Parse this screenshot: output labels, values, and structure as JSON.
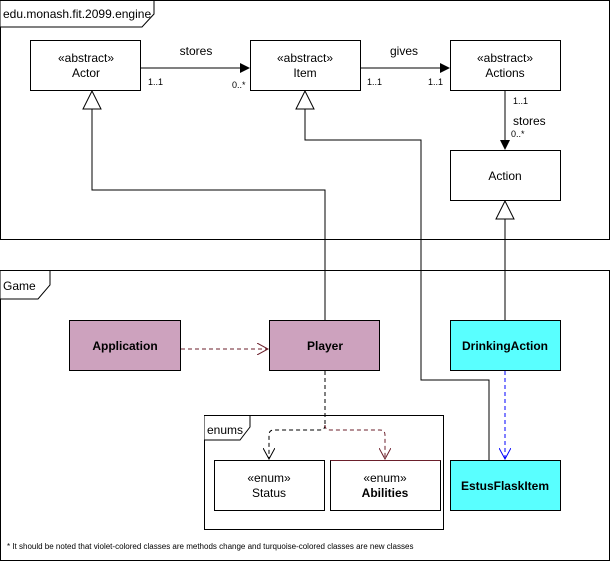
{
  "packages": {
    "engine": "edu.monash.fit.2099.engine",
    "game": "Game",
    "enums": "enums"
  },
  "classes": {
    "actor": {
      "stereotype": "«abstract»",
      "name": "Actor"
    },
    "item": {
      "stereotype": "«abstract»",
      "name": "Item"
    },
    "actions": {
      "stereotype": "«abstract»",
      "name": "Actions"
    },
    "action": {
      "name": "Action"
    },
    "application": {
      "name": "Application"
    },
    "player": {
      "name": "Player"
    },
    "drinking_action": {
      "name": "DrinkingAction"
    },
    "estus_flask_item": {
      "name": "EstusFlaskItem"
    },
    "status": {
      "stereotype": "«enum»",
      "name": "Status"
    },
    "abilities": {
      "stereotype": "«enum»",
      "name": "Abilities"
    }
  },
  "relations": {
    "actor_item": {
      "label": "stores",
      "source_mult": "1..1",
      "target_mult": "0..*"
    },
    "item_actions": {
      "label": "gives",
      "source_mult": "1..1",
      "target_mult": "1..1"
    },
    "actions_action": {
      "label": "stores",
      "source_mult": "1..1",
      "target_mult": "0..*"
    }
  },
  "note": "* It should be noted that violet-colored classes are methods change and turquoise-colored classes are new classes",
  "colors": {
    "violet": "#cda2be",
    "turquoise": "#59ffff",
    "dashed_arrow": "#6b1f2b",
    "blue_arrow": "#0000ff",
    "line": "#000000"
  }
}
